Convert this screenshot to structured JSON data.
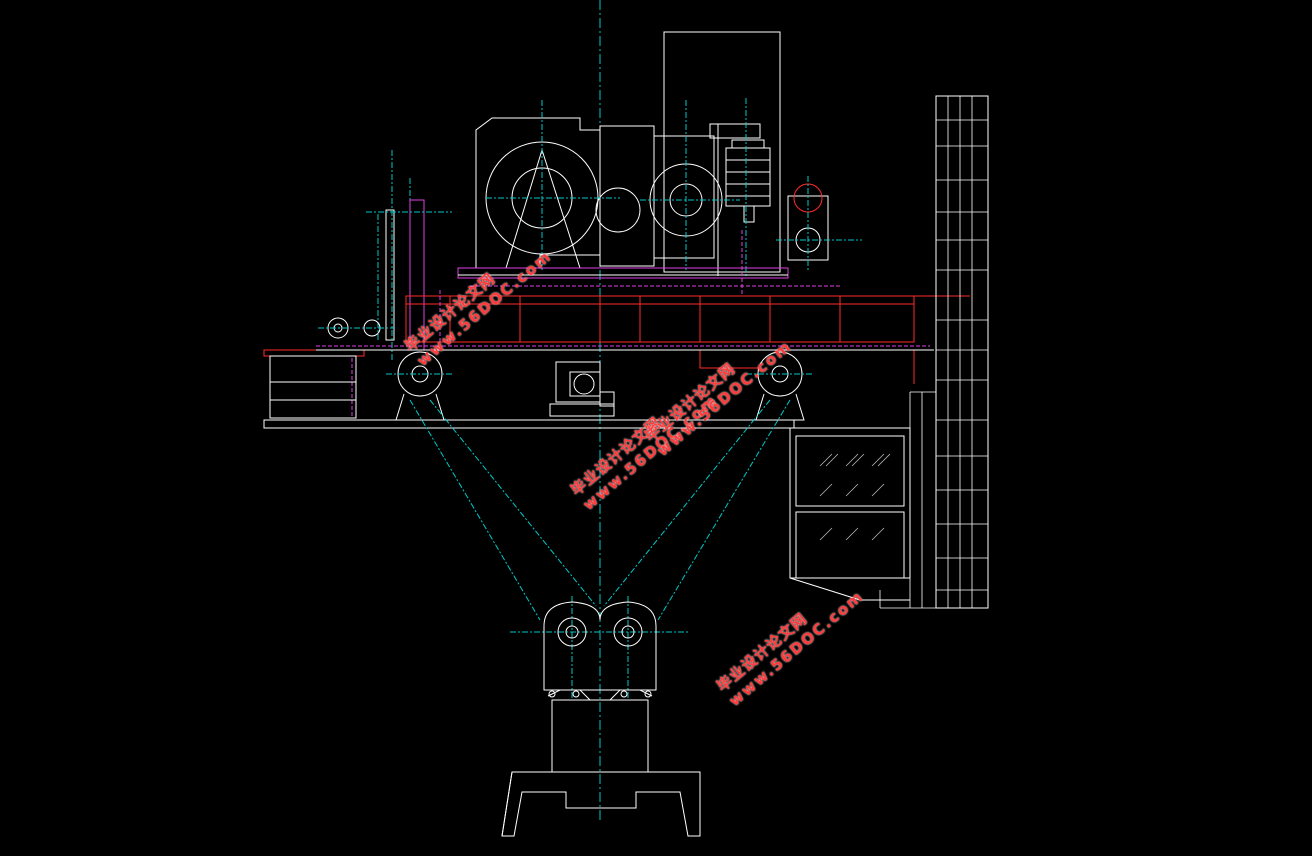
{
  "colors": {
    "background": "#000000",
    "line": "#ffffff",
    "centerline": "#00c8c8",
    "frame": "#ff2a2a",
    "hidden": "#e040e0",
    "watermark": "#ff3b3b"
  },
  "watermarks": [
    {
      "cn": "毕业设计论文网",
      "url": "www.56DOC.com"
    },
    {
      "cn": "毕业设计论文网",
      "url": "www.56DOC.com"
    },
    {
      "cn": "毕业设计论文网",
      "url": "www.56DOC.com"
    },
    {
      "cn": "毕业设计论文网",
      "url": "www.56DOC.com"
    }
  ]
}
